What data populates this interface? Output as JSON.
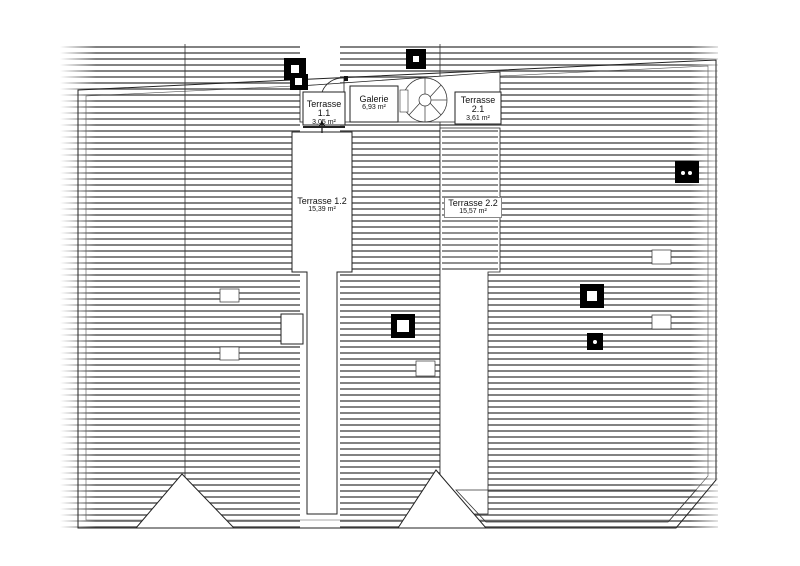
{
  "rooms": {
    "terrasse_1_1": {
      "name_line1": "Terrasse",
      "name_line2": "1.1",
      "area": "3,05 m²"
    },
    "galerie": {
      "name": "Galerie",
      "area": "6,93 m²"
    },
    "terrasse_2_1": {
      "name_line1": "Terrasse",
      "name_line2": "2.1",
      "area": "3,61 m²"
    },
    "terrasse_1_2": {
      "name": "Terrasse 1.2",
      "area": "15,39 m²"
    },
    "terrasse_2_2": {
      "name": "Terrasse 2.2",
      "area": "15,57 m²"
    }
  },
  "colors": {
    "line": "#222222",
    "hatch": "#555555",
    "background": "#ffffff"
  }
}
